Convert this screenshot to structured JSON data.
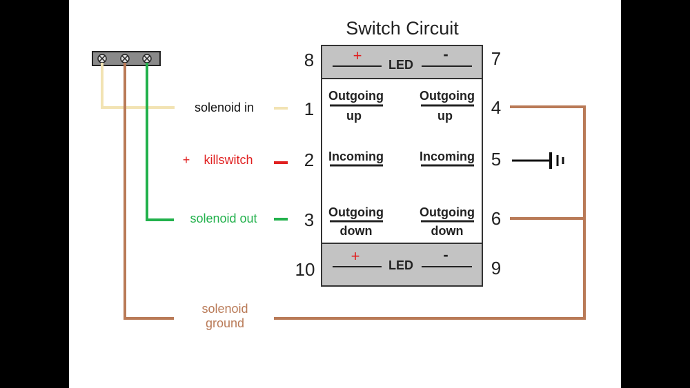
{
  "diagram": {
    "title": "Switch Circuit",
    "colors": {
      "solenoid_in": "#f2e3b3",
      "killswitch": "#e02020",
      "solenoid_out": "#22b14c",
      "solenoid_ground": "#b97a57",
      "panel_gray": "#c3c3c3"
    },
    "pins": {
      "p8": "8",
      "p7": "7",
      "p1": "1",
      "p2": "2",
      "p3": "3",
      "p4": "4",
      "p5": "5",
      "p6": "6",
      "p10": "10",
      "p9": "9"
    },
    "led_top": {
      "plus": "+",
      "minus": "-",
      "label": "LED"
    },
    "led_bottom": {
      "plus": "+",
      "minus": "-",
      "label": "LED"
    },
    "cells": {
      "r1_left": [
        "Outgoing",
        "up"
      ],
      "r1_right": [
        "Outgoing",
        "up"
      ],
      "r2_left": "Incoming",
      "r2_right": "Incoming",
      "r3_left": [
        "Outgoing",
        "down"
      ],
      "r3_right": [
        "Outgoing",
        "down"
      ]
    },
    "wires": {
      "solenoid_in": "solenoid in",
      "killswitch_plus": "+",
      "killswitch": "killswitch",
      "solenoid_out": "solenoid out",
      "solenoid_ground": [
        "solenoid",
        "ground"
      ]
    },
    "ground_symbol": "ground-symbol-icon"
  }
}
